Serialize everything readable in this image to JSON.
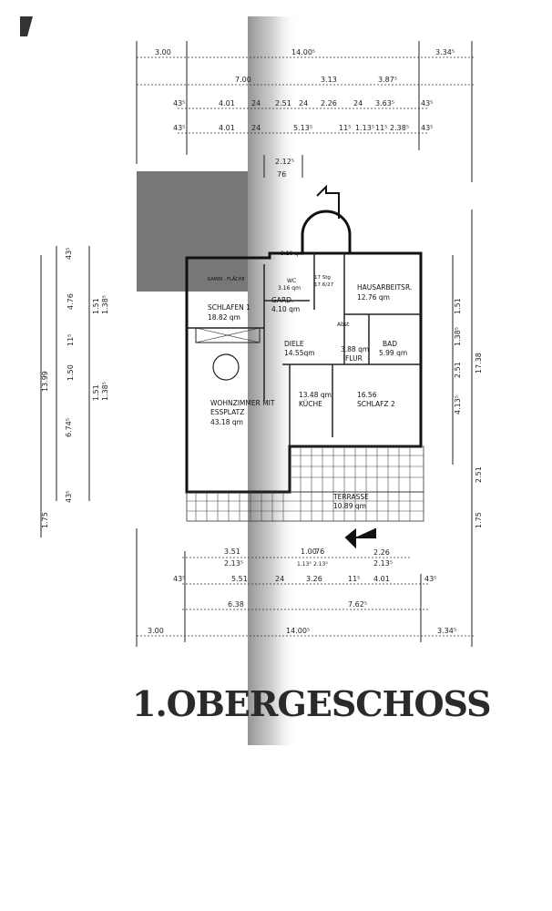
{
  "title": "1.OBERGESCHOSS",
  "rooms": {
    "schlafen1": {
      "name": "SCHLAFEN 1",
      "area": "18.82 qm"
    },
    "kamin": {
      "name": "KAMIN - FLÄCHE"
    },
    "wc": {
      "name": "WC",
      "area": "3.16 qm"
    },
    "gard": {
      "name": "GARD.",
      "area": "4.10 qm"
    },
    "stair": {
      "line1": "17 Stg",
      "line2": "17.6/27"
    },
    "hausarbeit": {
      "name": "HAUSARBEITSR.",
      "area": "12.76 qm"
    },
    "abst": {
      "name": "Abst"
    },
    "diele": {
      "name": "DIELE",
      "area": "14.55qm"
    },
    "flur": {
      "name": "FLUR",
      "area": "3.88 qm"
    },
    "bad": {
      "name": "BAD",
      "area": "5.99 qm"
    },
    "wohnzimmer": {
      "name1": "WOHNZIMMER MIT",
      "name2": "ESSPLATZ",
      "area": "43.18 qm"
    },
    "kueche": {
      "name": "KÜCHE",
      "area": "13.48 qm"
    },
    "schlafz2": {
      "name": "SCHLAFZ 2",
      "area": "16.56"
    },
    "terrasse": {
      "name": "TERRASSE",
      "area": "10.89 qm"
    },
    "top_area": "3.16 qm"
  },
  "dims_top": {
    "r1": [
      "3.00",
      "14.00⁵",
      "3.34⁵"
    ],
    "r2": [
      "7.00",
      "3.13",
      "3.87⁵"
    ],
    "r3": [
      "43⁵",
      "4.01",
      "24",
      "2.51",
      "24",
      "2.26",
      "24",
      "3.63⁵",
      "43⁵"
    ],
    "r4": [
      "43⁵",
      "4.01",
      "24",
      "5.13⁵",
      "11⁵",
      "1.13⁵",
      "11⁵",
      "2.38⁵",
      "43⁵"
    ],
    "r5": [
      "2.12⁵",
      "76"
    ]
  },
  "dims_bottom": {
    "r1": [
      "3.51",
      "2.13⁵",
      "1.00",
      "76",
      "1.13⁵",
      "2.13⁵",
      "2.26",
      "2.13⁵"
    ],
    "r2": [
      "43⁵",
      "5.51",
      "24",
      "3.26",
      "11⁵",
      "4.01",
      "43⁵"
    ],
    "r3": [
      "6.38",
      "7.62⁵"
    ],
    "r4": [
      "3.00",
      "14.00⁵",
      "3.34⁵"
    ]
  },
  "dims_left": [
    "43⁵",
    "4.76",
    "1.51",
    "1.38⁵",
    "11⁵",
    "1.50",
    "1.51",
    "1.38⁵",
    "13.99",
    "6.74⁵",
    "1.75",
    "43⁵"
  ],
  "dims_right": [
    "1.51",
    "1.38⁵",
    "2.51",
    "4.13⁵",
    "17.38",
    "2.51",
    "1.75"
  ]
}
